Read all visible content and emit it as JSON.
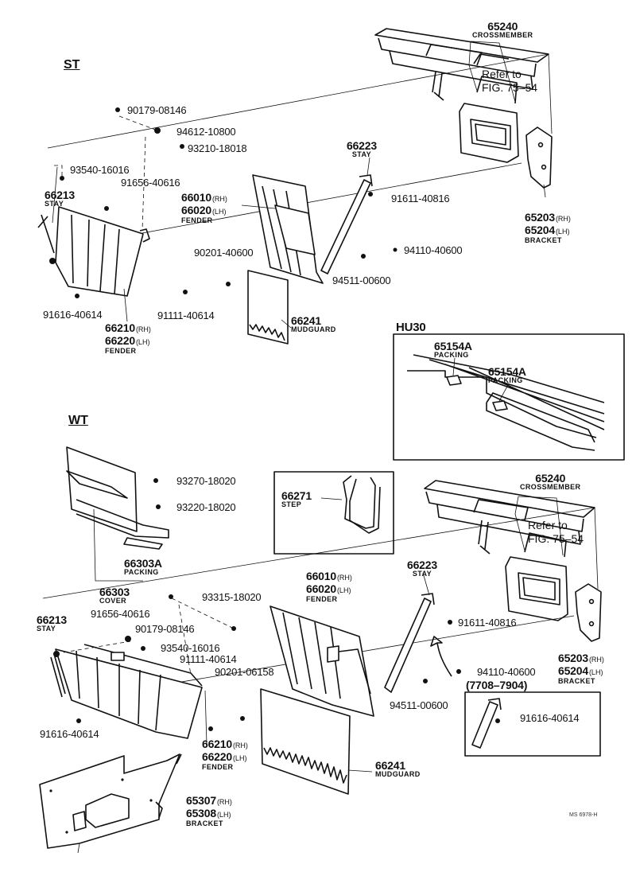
{
  "sections": {
    "st": "ST",
    "wt": "WT",
    "hu30": "HU30",
    "date_range": "(7708–7904)"
  },
  "st": {
    "crossmember": {
      "part": "65240",
      "name": "CROSSMEMBER"
    },
    "refer1": "Refer to",
    "refer2": "FIG. 75–54",
    "bolt_90179": "90179-08146",
    "washer_94612": "94612-10800",
    "bolt_93210": "93210-18018",
    "bolt_93540": "93540-16016",
    "bolt_91656": "91656-40616",
    "stay_l": {
      "part": "66213",
      "name": "STAY"
    },
    "stay_r": {
      "part": "66223",
      "name": "STAY"
    },
    "fender_mid": {
      "rh": "66010",
      "lh": "66020",
      "name": "FENDER"
    },
    "bolt_91611": "91611-40816",
    "bracket": {
      "rh": "65203",
      "lh": "65204",
      "name": "BRACKET"
    },
    "nut_90201": "90201-40600",
    "nut_94110": "94110-40600",
    "washer_94511": "94511-00600",
    "bolt_91616": "91616-40614",
    "bolt_91111": "91111-40614",
    "fender_l": {
      "rh": "66210",
      "lh": "66220",
      "name": "FENDER"
    },
    "mudguard": {
      "part": "66241",
      "name": "MUDGUARD"
    }
  },
  "hu30": {
    "packing1": {
      "part": "65154A",
      "name": "PACKING"
    },
    "packing2": {
      "part": "65154A",
      "name": "PACKING"
    }
  },
  "wt": {
    "crossmember": {
      "part": "65240",
      "name": "CROSSMEMBER"
    },
    "refer1": "Refer to",
    "refer2": "FIG. 75–54",
    "bolt_93270": "93270-18020",
    "bolt_93220": "93220-18020",
    "step": {
      "part": "66271",
      "name": "STEP"
    },
    "packing": {
      "part": "66303A",
      "name": "PACKING"
    },
    "cover": {
      "part": "66303",
      "name": "COVER"
    },
    "stay_r": {
      "part": "66223",
      "name": "STAY"
    },
    "fender_mid": {
      "rh": "66010",
      "lh": "66020",
      "name": "FENDER"
    },
    "bolt_93315": "93315-18020",
    "stay_l": {
      "part": "66213",
      "name": "STAY"
    },
    "bolt_91656": "91656-40616",
    "bolt_90179": "90179-08146",
    "bolt_93540": "93540-16016",
    "bolt_91111": "91111-40614",
    "nut_90201": "90201-06158",
    "bolt_91611": "91611-40816",
    "bracket": {
      "rh": "65203",
      "lh": "65204",
      "name": "BRACKET"
    },
    "nut_94110": "94110-40600",
    "washer_94511": "94511-00600",
    "bolt_91616_inset": "91616-40614",
    "bolt_91616": "91616-40614",
    "fender_l": {
      "rh": "66210",
      "lh": "66220",
      "name": "FENDER"
    },
    "mudguard": {
      "part": "66241",
      "name": "MUDGUARD"
    },
    "bracket_low": {
      "rh": "65307",
      "lh": "65308",
      "name": "BRACKET"
    }
  },
  "suffix": {
    "rh": "(RH)",
    "lh": "(LH)"
  },
  "figure_code": "MS 6978-H"
}
